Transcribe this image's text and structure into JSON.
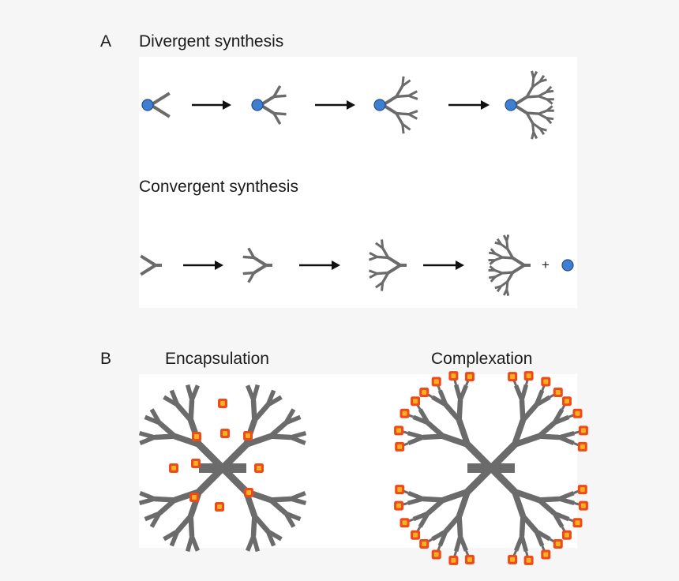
{
  "panel_a": {
    "letter": "A",
    "divergent_label": "Divergent synthesis",
    "convergent_label": "Convergent synthesis",
    "plus_sign": "+"
  },
  "panel_b": {
    "letter": "B",
    "encapsulation_label": "Encapsulation",
    "complexation_label": "Complexation"
  },
  "colors": {
    "branch": "#6b6b6b",
    "core": "#3f7fd1",
    "arrow": "#111111",
    "guest_outer": "#ee4a1c",
    "guest_inner": "#f6b21c",
    "background": "#f6f6f6",
    "panel": "#ffffff"
  }
}
